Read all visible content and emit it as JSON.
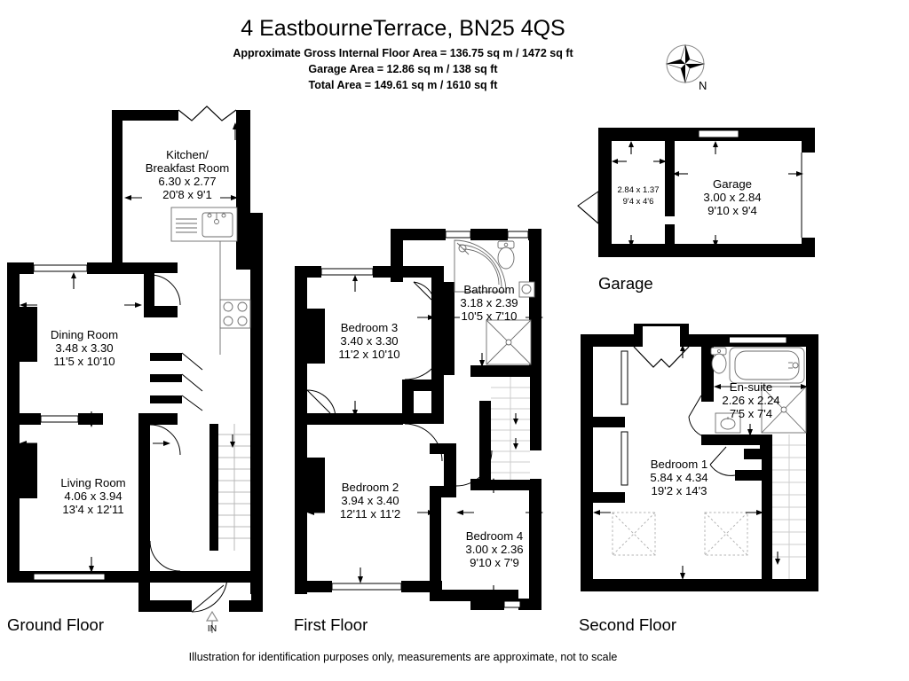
{
  "header": {
    "title": "4 EastbourneTerrace, BN25 4QS",
    "line1": "Approximate Gross Internal Floor Area = 136.75 sq m / 1472 sq ft",
    "line2": "Garage Area = 12.86 sq m / 138 sq ft",
    "line3": "Total Area = 149.61 sq m / 1610 sq ft"
  },
  "compass": {
    "label": "N",
    "icon": "compass-rose-icon"
  },
  "footer": {
    "disclaimer": "Illustration for identification purposes only, measurements are approximate, not to scale"
  },
  "floors": {
    "ground": {
      "label": "Ground Floor",
      "entrance_label": "IN",
      "rooms": [
        {
          "name": "Kitchen/",
          "name2": "Breakfast Room",
          "metric": "6.30 x 2.77",
          "imperial": "20'8 x 9'1"
        },
        {
          "name": "Dining Room",
          "metric": "3.48 x 3.30",
          "imperial": "11'5 x 10'10"
        },
        {
          "name": "Living Room",
          "metric": "4.06 x 3.94",
          "imperial": "13'4 x 12'11"
        }
      ]
    },
    "first": {
      "label": "First Floor",
      "rooms": [
        {
          "name": "Bedroom 3",
          "metric": "3.40 x 3.30",
          "imperial": "11'2 x 10'10"
        },
        {
          "name": "Bathroom",
          "metric": "3.18 x 2.39",
          "imperial": "10'5 x 7'10"
        },
        {
          "name": "Bedroom 2",
          "metric": "3.94 x 3.40",
          "imperial": "12'11 x 11'2"
        },
        {
          "name": "Bedroom 4",
          "metric": "3.00 x 2.36",
          "imperial": "9'10 x 7'9"
        }
      ]
    },
    "second": {
      "label": "Second Floor",
      "rooms": [
        {
          "name": "En-suite",
          "metric": "2.26 x 2.24",
          "imperial": "7'5 x 7'4"
        },
        {
          "name": "Bedroom 1",
          "metric": "5.84 x 4.34",
          "imperial": "19'2 x 14'3"
        }
      ]
    },
    "garage": {
      "label": "Garage",
      "rooms": [
        {
          "name": "",
          "metric": "2.84 x 1.37",
          "imperial": "9'4 x 4'6"
        },
        {
          "name": "Garage",
          "metric": "3.00 x 2.84",
          "imperial": "9'10 x 9'4"
        }
      ]
    }
  },
  "colors": {
    "wall": "#000000",
    "room": "#ffffff",
    "fixture": "#6b6b6b",
    "page": "#ffffff"
  }
}
